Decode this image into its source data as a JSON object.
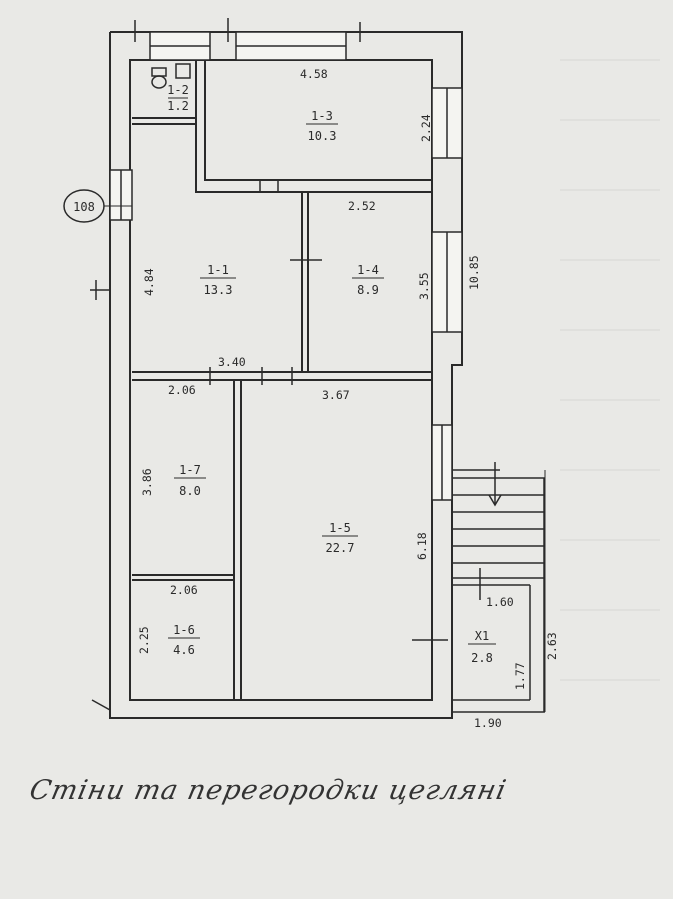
{
  "rooms": {
    "r12": {
      "id": "1-2",
      "area": "1.2"
    },
    "r13": {
      "id": "1-3",
      "area": "10.3"
    },
    "r11": {
      "id": "1-1",
      "area": "13.3"
    },
    "r14": {
      "id": "1-4",
      "area": "8.9"
    },
    "r17": {
      "id": "1-7",
      "area": "8.0"
    },
    "r15": {
      "id": "1-5",
      "area": "22.7"
    },
    "r16": {
      "id": "1-6",
      "area": "4.6"
    },
    "rX1": {
      "id": "X1",
      "area": "2.8"
    }
  },
  "dimensions": {
    "d_458": "4.58",
    "d_224": "2.24",
    "d_252": "2.52",
    "d_484": "4.84",
    "d_355": "3.55",
    "d_1085": "10.85",
    "d_340": "3.40",
    "d_206a": "2.06",
    "d_367": "3.67",
    "d_386": "3.86",
    "d_618": "6.18",
    "d_206b": "2.06",
    "d_225": "2.25",
    "d_160": "1.60",
    "d_263": "2.63",
    "d_177": "1.77",
    "d_190": "1.90"
  },
  "marker": "108",
  "caption": "Стіни та перегородки цегляні",
  "colors": {
    "paper": "#e9e9e6",
    "ink": "#2a2a2a",
    "wall_fill": "#f4f4f1"
  }
}
